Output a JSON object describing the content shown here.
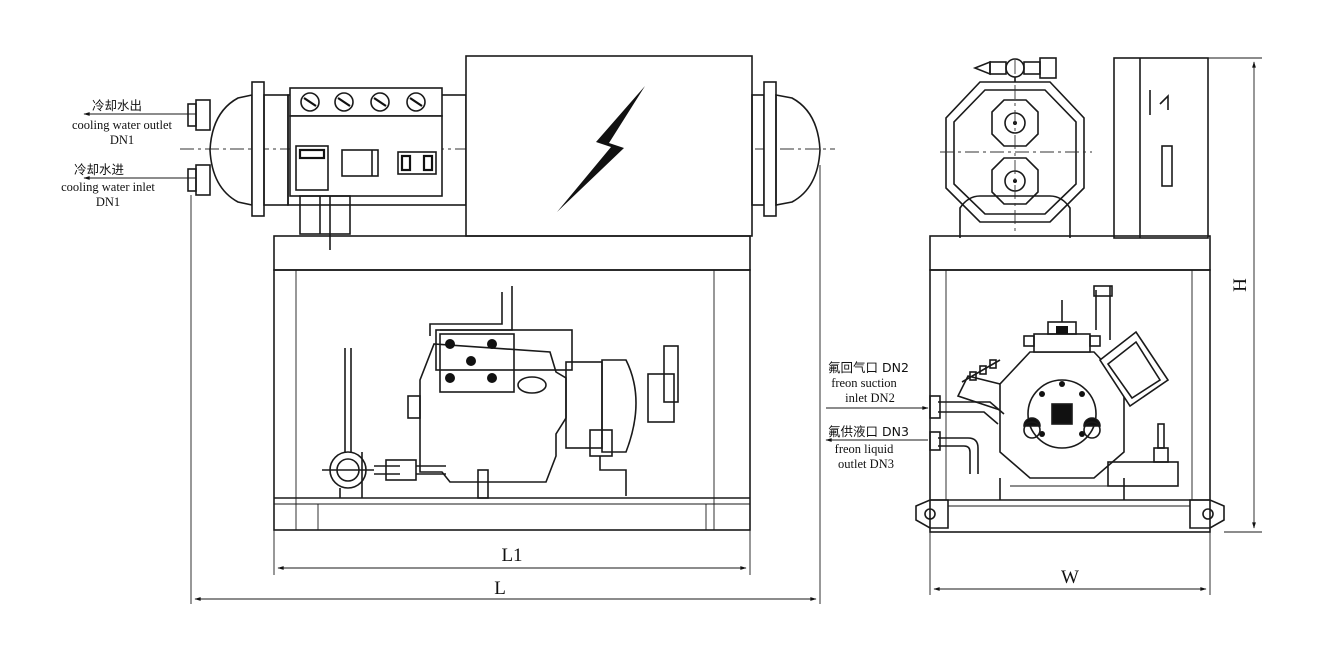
{
  "front_view": {
    "outlet_label_cn": "冷却水出",
    "outlet_label_en": "cooling water outlet",
    "outlet_label_dn": "DN1",
    "inlet_label_cn": "冷却水进",
    "inlet_label_en": "cooling water inlet",
    "inlet_label_dn": "DN1",
    "dim_L1": "L1",
    "dim_L": "L"
  },
  "side_view": {
    "suction_label_cn": "氟回气口 DN2",
    "suction_label_en1": "freon suction",
    "suction_label_en2": "inlet DN2",
    "liquid_label_cn": "氟供液口 DN3",
    "liquid_label_en1": "freon liquid",
    "liquid_label_en2": "outlet DN3",
    "dim_W": "W",
    "dim_H": "H"
  }
}
